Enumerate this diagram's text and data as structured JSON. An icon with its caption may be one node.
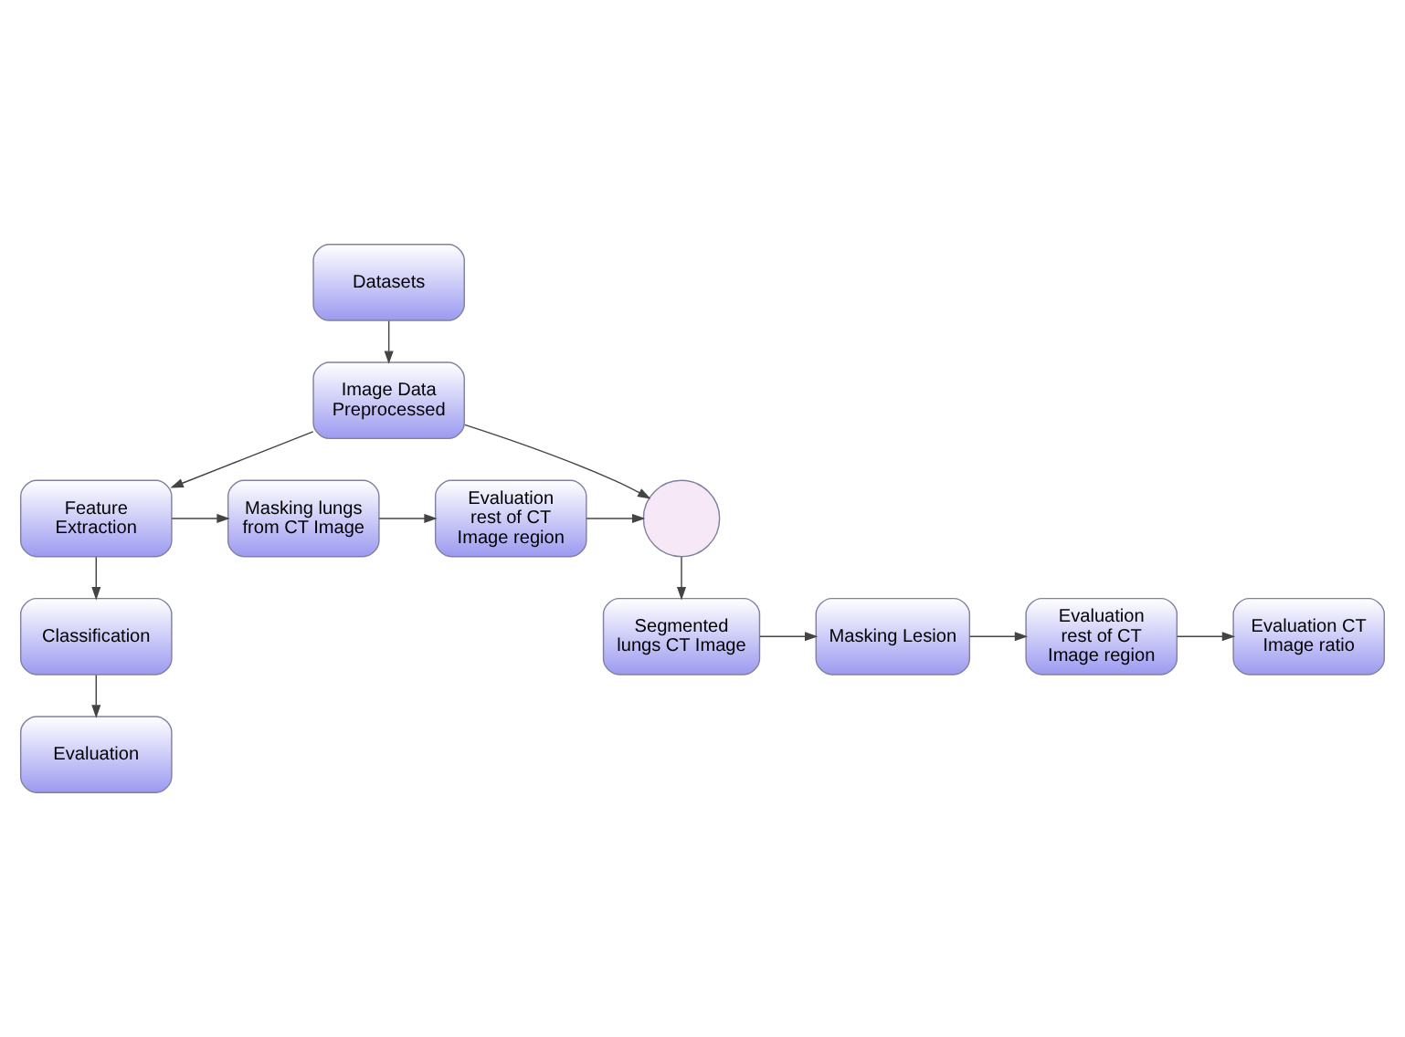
{
  "diagram": {
    "nodes": [
      {
        "text": [
          "Datasets"
        ]
      },
      {
        "text": [
          "Image Data Preprocessed"
        ]
      },
      {
        "text": [
          "Feature Extraction"
        ]
      },
      {
        "text": [
          "Classification"
        ]
      },
      {
        "text": [
          "Evaluation"
        ]
      },
      {
        "text": [
          "Masking lungs from CT Image"
        ]
      },
      {
        "text": [
          "Evaluation rest of CT Image region"
        ]
      },
      {
        "text": [],
        "shape": "circle"
      },
      {
        "text": [
          "Segmented lungs CT Image"
        ]
      },
      {
        "text": [
          "Masking Lesion"
        ]
      },
      {
        "text": [
          "Evaluation rest of CT Image region"
        ]
      },
      {
        "text": [
          "Evaluation CT Image ratio"
        ]
      }
    ],
    "edges": [
      {
        "from": 0,
        "to": 1,
        "arrow": "to"
      },
      {
        "from": 1,
        "to": 2,
        "arrow": "to"
      },
      {
        "from": 2,
        "to": 3,
        "arrow": "to"
      },
      {
        "from": 3,
        "to": 4,
        "arrow": "to"
      },
      {
        "from": 2,
        "to": 5,
        "arrow": "to"
      },
      {
        "from": 5,
        "to": 6,
        "arrow": "to"
      },
      {
        "from": 6,
        "to": 7,
        "arrow": "to"
      },
      {
        "from": 1,
        "to": 7,
        "arrow": "to"
      },
      {
        "from": 7,
        "to": 8,
        "arrow": "to"
      },
      {
        "from": 8,
        "to": 9,
        "arrow": "to"
      },
      {
        "from": 9,
        "to": 10,
        "arrow": "to"
      },
      {
        "from": 10,
        "to": 11,
        "arrow": "to"
      }
    ]
  }
}
